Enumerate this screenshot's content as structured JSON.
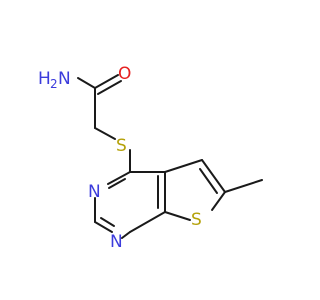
{
  "molecule": {
    "atoms": {
      "amide_n": {
        "label": "H",
        "sub": "2",
        "n": "N",
        "color": "#3c3cdc"
      },
      "amide_o": {
        "label": "O",
        "color": "#e62020"
      },
      "thioether_s": {
        "label": "S",
        "color": "#b5a20a"
      },
      "ring_n_upper": {
        "label": "N",
        "color": "#3c3cdc"
      },
      "ring_n_lower": {
        "label": "N",
        "color": "#3c3cdc"
      },
      "thiophene_s": {
        "label": "S",
        "color": "#b5a20a"
      }
    },
    "bond_color": "#1a1a1a"
  }
}
